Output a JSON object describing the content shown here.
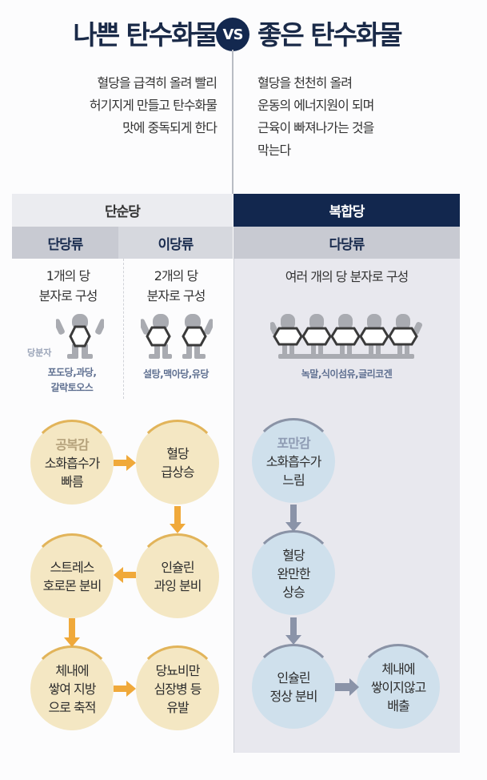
{
  "title": {
    "left": "나쁜 탄수화물",
    "vs": "VS",
    "right": "좋은 탄수화물"
  },
  "description": {
    "bad": [
      "혈당을 급격히 올려 빨리",
      "허기지게 만들고 탄수화물",
      "맛에 중독되게 한다"
    ],
    "good": [
      "혈당을 천천히 올려",
      "운동의 에너지원이 되며",
      "근육이 빠져나가는 것을",
      "막는다"
    ]
  },
  "categories": {
    "simple": {
      "label": "단순당",
      "types": [
        {
          "label": "단당류",
          "composition": [
            "1개의 당",
            "분자로 구성"
          ],
          "molecule_count": 1,
          "molecule_label": "당분자",
          "examples": [
            "포도당,과당,",
            "갈락토오스"
          ]
        },
        {
          "label": "이당류",
          "composition": [
            "2개의 당",
            "분자로 구성"
          ],
          "molecule_count": 2,
          "examples": [
            "설탕,맥아당,유당"
          ]
        }
      ]
    },
    "complex": {
      "label": "복합당",
      "types": [
        {
          "label": "다당류",
          "composition": [
            "여러 개의 당 분자로 구성"
          ],
          "molecule_count": 5,
          "examples": [
            "녹말,식이섬유,글리코겐"
          ]
        }
      ]
    }
  },
  "flow": {
    "bad": [
      {
        "sub": "공복감",
        "lines": [
          "소화흡수가",
          "빠름"
        ]
      },
      {
        "lines": [
          "혈당",
          "급상승"
        ]
      },
      {
        "lines": [
          "인슐린",
          "과잉 분비"
        ]
      },
      {
        "lines": [
          "스트레스",
          "호로몬 분비"
        ]
      },
      {
        "lines": [
          "체내에",
          "쌓여 지방",
          "으로 축적"
        ]
      },
      {
        "lines": [
          "당뇨비만",
          "심장병 등",
          "유발"
        ]
      }
    ],
    "good": [
      {
        "sub": "포만감",
        "lines": [
          "소화흡수가",
          "느림"
        ]
      },
      {
        "lines": [
          "혈당",
          "완만한",
          "상승"
        ]
      },
      {
        "lines": [
          "인슐린",
          "정상 분비"
        ]
      },
      {
        "lines": [
          "체내에",
          "쌓이지않고",
          "배출"
        ]
      }
    ]
  },
  "colors": {
    "navy": "#12274e",
    "bad_circle": "#f4e7c3",
    "bad_arrow": "#f0a93a",
    "good_circle": "#cfe0ec",
    "good_arrow": "#8a93a8",
    "panel_grey": "#e8e8ee"
  },
  "icons": {
    "molecule": "hexagon-sugar-molecule-icon",
    "arrow": "arrow-icon"
  }
}
